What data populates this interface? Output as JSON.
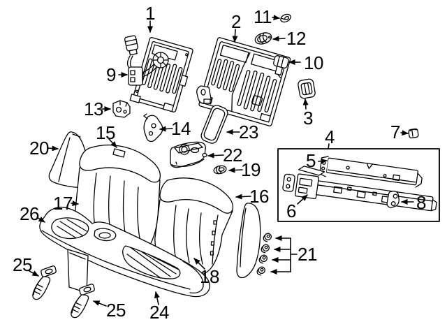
{
  "diagram": {
    "kind": "exploded-parts-diagram",
    "background_color": "#ffffff",
    "line_color": "#000000",
    "label_color": "#000000"
  },
  "callouts": [
    {
      "label": "1"
    },
    {
      "label": "2"
    },
    {
      "label": "3"
    },
    {
      "label": "4"
    },
    {
      "label": "5"
    },
    {
      "label": "6"
    },
    {
      "label": "7"
    },
    {
      "label": "8"
    },
    {
      "label": "9"
    },
    {
      "label": "10"
    },
    {
      "label": "11"
    },
    {
      "label": "12"
    },
    {
      "label": "13"
    },
    {
      "label": "14"
    },
    {
      "label": "15"
    },
    {
      "label": "16"
    },
    {
      "label": "17"
    },
    {
      "label": "18"
    },
    {
      "label": "19"
    },
    {
      "label": "20"
    },
    {
      "label": "21"
    },
    {
      "label": "22"
    },
    {
      "label": "23"
    },
    {
      "label": "24"
    },
    {
      "label": "25"
    },
    {
      "label": "25"
    },
    {
      "label": "26"
    }
  ]
}
